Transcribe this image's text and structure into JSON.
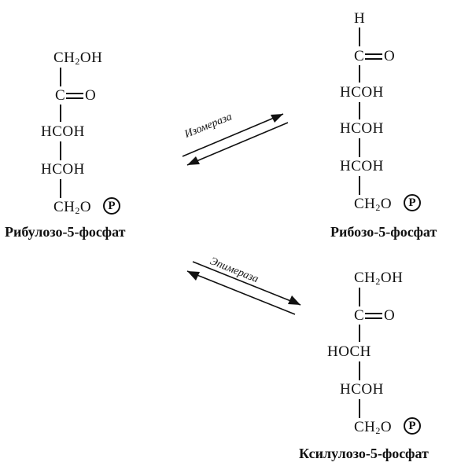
{
  "ribulose": {
    "c1_pre": "CH",
    "c1_sub": "2",
    "c1_post": "OH",
    "c2": "C",
    "c2_o": "O",
    "c3": "HCOH",
    "c4": "HCOH",
    "c5_pre": "CH",
    "c5_sub": "2",
    "c5_post": "O",
    "phosphate": "P",
    "name": "Рибулозо-5-фосфат"
  },
  "ribose": {
    "c1_h": "H",
    "c1": "C",
    "c1_o": "O",
    "c2": "HCOH",
    "c3": "HCOH",
    "c4": "HCOH",
    "c5_pre": "CH",
    "c5_sub": "2",
    "c5_post": "O",
    "phosphate": "P",
    "name": "Рибозо-5-фосфат"
  },
  "xylulose": {
    "c1_pre": "CH",
    "c1_sub": "2",
    "c1_post": "OH",
    "c2": "C",
    "c2_o": "O",
    "c3": "HOCH",
    "c4": "HCOH",
    "c5_pre": "CH",
    "c5_sub": "2",
    "c5_post": "O",
    "phosphate": "P",
    "name": "Ксилулозо-5-фосфат"
  },
  "enzymes": {
    "isomerase": "Изомераза",
    "epimerase": "Эпимераза"
  }
}
